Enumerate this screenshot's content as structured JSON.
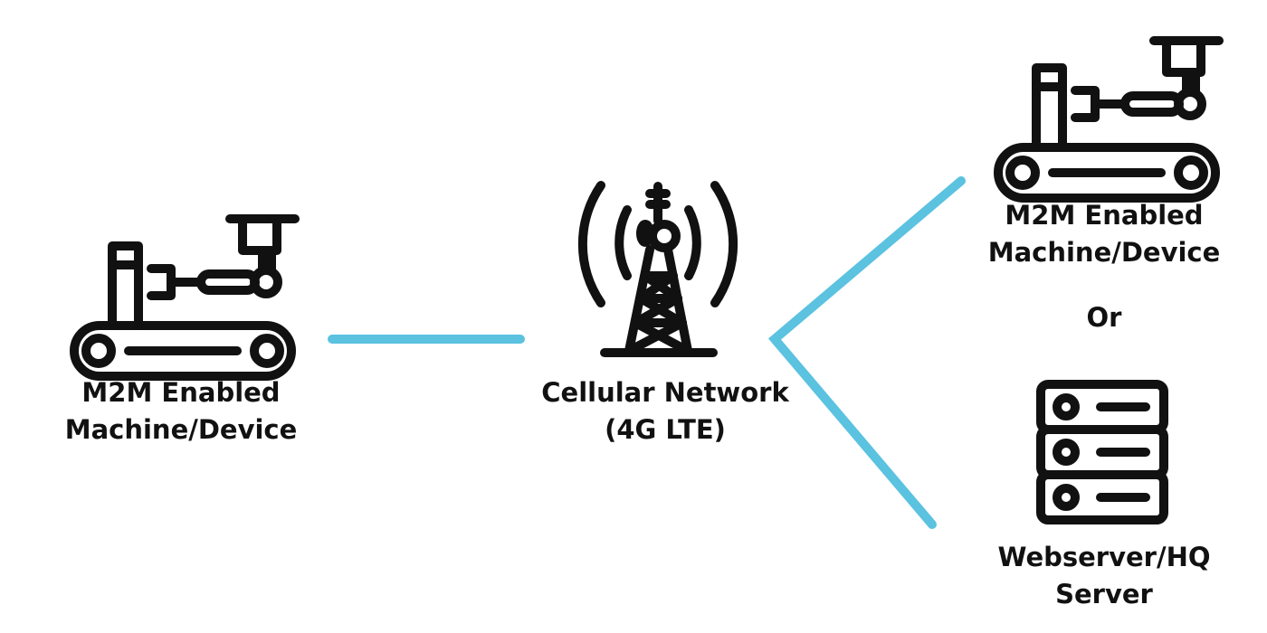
{
  "nodes": {
    "left_device": {
      "icon": "robotic-arm-conveyor-icon",
      "line1": "M2M Enabled",
      "line2": "Machine/Device"
    },
    "tower": {
      "icon": "cell-tower-icon",
      "line1": "Cellular Network",
      "line2": "(4G LTE)"
    },
    "right_device": {
      "icon": "robotic-arm-conveyor-icon",
      "line1": "M2M Enabled",
      "line2": "Machine/Device"
    },
    "separator": "Or",
    "server": {
      "icon": "server-rack-icon",
      "line1": "Webserver/HQ",
      "line2": "Server"
    }
  },
  "colors": {
    "connector": "#5bc2e0",
    "icon_stroke": "#111111",
    "text": "#111111"
  }
}
